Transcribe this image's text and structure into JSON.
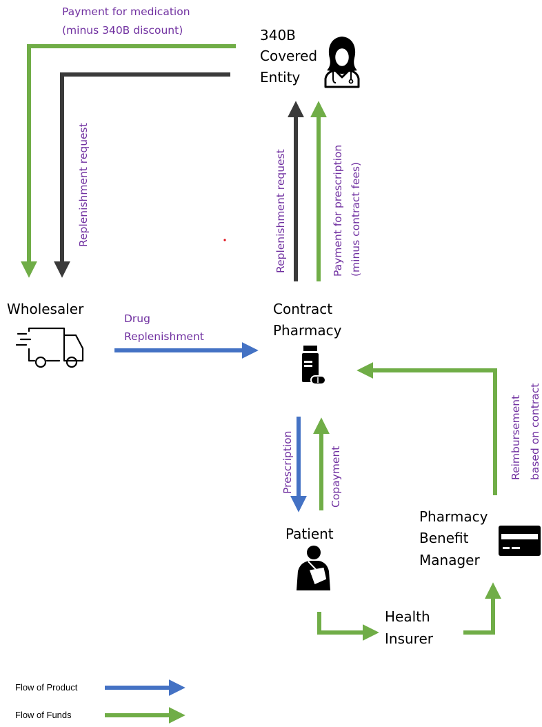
{
  "nodes": {
    "covered_entity": [
      "340B",
      "Covered",
      "Entity"
    ],
    "wholesaler": "Wholesaler",
    "contract_pharmacy": [
      "Contract",
      "Pharmacy"
    ],
    "patient": "Patient",
    "pbm": [
      "Pharmacy",
      "Benefit",
      "Manager"
    ],
    "health_insurer": [
      "Health",
      "Insurer"
    ]
  },
  "edge_labels": {
    "payment_medication": [
      "Payment for medication",
      "(minus 340B discount)"
    ],
    "replenishment_request_left": "Replenishment request",
    "replenishment_request_center": "Replenishment request",
    "payment_prescription": [
      "Payment for prescription",
      "(minus contract fees)"
    ],
    "drug_replenishment": [
      "Drug",
      "Replenishment"
    ],
    "reimbursement": [
      "Reimbursement",
      "based on contract"
    ],
    "prescription": "Prescription",
    "copayment": "Copayment"
  },
  "legend": {
    "product": "Flow of Product",
    "funds": "Flow of Funds"
  },
  "colors": {
    "product": "#4472c4",
    "funds": "#70ad47",
    "request": "#3a3a3a",
    "label": "#7030a0"
  },
  "icons": [
    "doctor-icon",
    "truck-icon",
    "pill-bottle-icon",
    "patient-icon",
    "credit-card-icon"
  ]
}
